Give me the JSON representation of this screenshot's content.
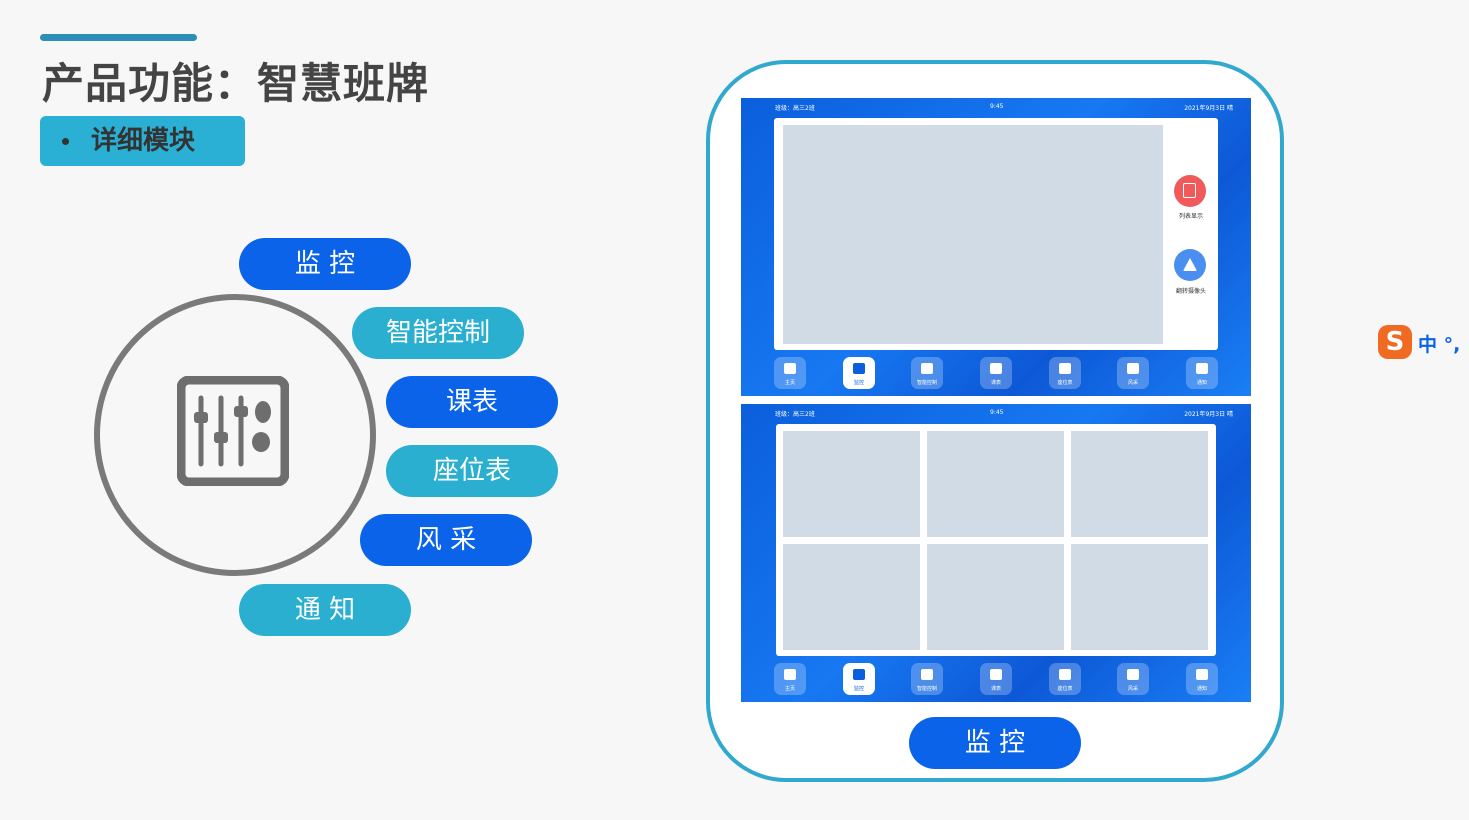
{
  "header": {
    "title": "产品功能：智慧班牌",
    "subtitle": "详细模块"
  },
  "modules": [
    {
      "label": "监 控",
      "color": "#0a63e8"
    },
    {
      "label": "智能控制",
      "color": "#2aafd0"
    },
    {
      "label": "课表",
      "color": "#0a63e8"
    },
    {
      "label": "座位表",
      "color": "#2aafd0"
    },
    {
      "label": "风 采",
      "color": "#0a63e8"
    },
    {
      "label": "通 知",
      "color": "#2aafd0"
    }
  ],
  "device": {
    "status": {
      "class": "班级：高三2班",
      "time": "9:45",
      "date": "2021年9月3日   晴"
    },
    "side_buttons": [
      {
        "label": "列表显示",
        "icon": "list-icon"
      },
      {
        "label": "翻转摄像头",
        "icon": "flip-camera-icon"
      }
    ],
    "nav": [
      {
        "label": "主页",
        "icon": "home-icon"
      },
      {
        "label": "监控",
        "icon": "camera-icon",
        "active": true
      },
      {
        "label": "智能控制",
        "icon": "hand-icon"
      },
      {
        "label": "课表",
        "icon": "calendar-icon"
      },
      {
        "label": "座位表",
        "icon": "seat-icon"
      },
      {
        "label": "风采",
        "icon": "gear-icon"
      },
      {
        "label": "通知",
        "icon": "bell-icon"
      }
    ],
    "caption": "监 控"
  },
  "ime": {
    "logo": "S",
    "text": "中 °,"
  },
  "colors": {
    "blue": "#0a63e8",
    "teal": "#2aafd0",
    "screen": "#0b5fdc",
    "border": "#31a9ce"
  }
}
